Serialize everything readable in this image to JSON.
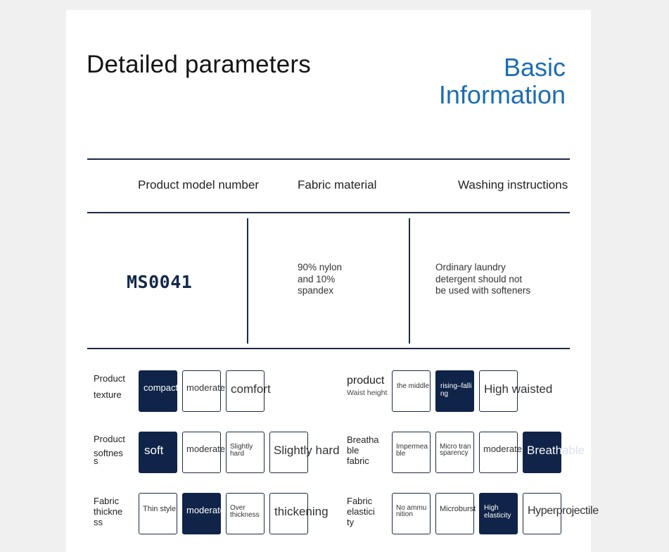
{
  "header": {
    "title": "Detailed parameters",
    "section_line1": "Basic",
    "section_line2": "Information"
  },
  "info_table": {
    "headers": [
      "Product model number",
      "Fabric material",
      "Washing instructions"
    ],
    "model": "MS0041",
    "fabric_lines": [
      "90% nylon",
      "and 10%",
      "spandex"
    ],
    "washing_lines": [
      "Ordinary laundry",
      "detergent should not",
      "be used with softeners"
    ]
  },
  "params": {
    "texture": {
      "label_lines": [
        "Product",
        "texture"
      ],
      "options": [
        "compact",
        "moderate",
        "comfort"
      ]
    },
    "waist": {
      "label_main": "product",
      "label_sub": "Waist height",
      "options": [
        "the middle",
        "rising–falling",
        "High waisted"
      ]
    },
    "softness": {
      "label_lines": [
        "Product",
        "softnes",
        "s"
      ],
      "options": [
        "soft",
        "moderate",
        "Slightly hard",
        "Slightly hard"
      ]
    },
    "breathable": {
      "label_lines": [
        "Breatha",
        "ble",
        "fabric"
      ],
      "options": [
        "Impermeable",
        "Micro transparency",
        "moderate",
        "Breathable"
      ]
    },
    "thickness": {
      "label_lines": [
        "Fabric",
        "thickne",
        "ss"
      ],
      "options": [
        "Thin style",
        "moderate",
        "Over thickness",
        "thickening"
      ]
    },
    "elasticity": {
      "label_lines": [
        "Fabric",
        "elastici",
        "ty"
      ],
      "options": [
        "No ammunition",
        "Microburst",
        "High elasticity",
        "Hyperprojectile"
      ]
    }
  },
  "colors": {
    "accent_blue": "#1c6db1",
    "navy": "#0f2448",
    "rule": "#1b2a45"
  }
}
